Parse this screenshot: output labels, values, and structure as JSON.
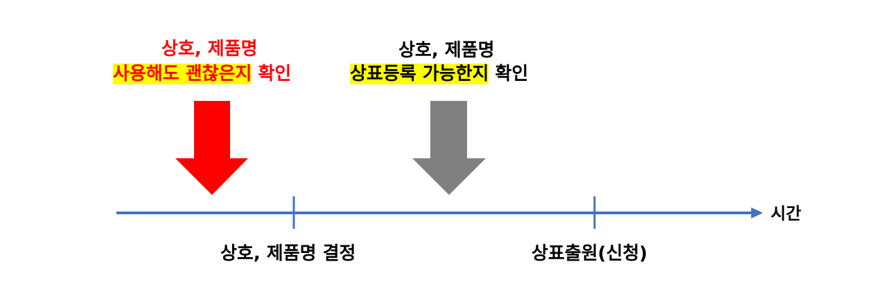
{
  "left_note": {
    "line1": "상호, 제품명",
    "line2_highlight": "사용해도 괜찮은지",
    "line2_tail": " 확인",
    "color": "#ff0000"
  },
  "right_note": {
    "line1": "상호, 제품명",
    "line2_highlight": "상표등록 가능한지",
    "line2_tail": " 확인",
    "color": "#000000"
  },
  "timeline": {
    "axis_label": "시간",
    "color": "#4472c4",
    "events": [
      {
        "label": "상호, 제품명 결정"
      },
      {
        "label": "상표출원(신청)"
      }
    ]
  },
  "arrows": {
    "left_color": "#ff0000",
    "right_color": "#808080"
  },
  "highlight_color": "#ffff00"
}
